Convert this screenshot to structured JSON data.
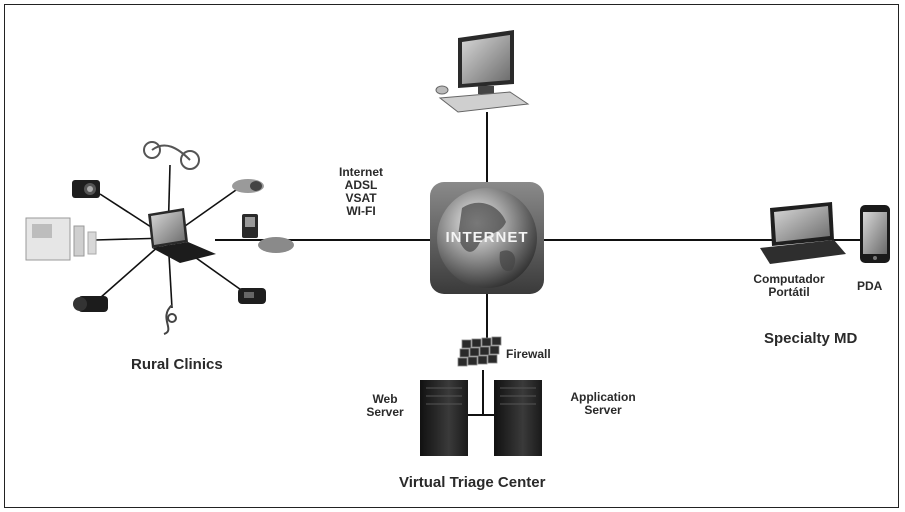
{
  "hub": {
    "label": "INTERNET"
  },
  "links": {
    "line1": "Internet",
    "line2": "ADSL",
    "line3": "VSAT",
    "line4": "WI-FI"
  },
  "groups": {
    "rural": {
      "title": "Rural Clinics"
    },
    "triage": {
      "title": "Virtual Triage Center",
      "firewall": "Firewall",
      "web_server": "Web Server",
      "app_server": "Application Server"
    },
    "specialty": {
      "title": "Specialty MD",
      "laptop": "Computador Portátil",
      "pda": "PDA"
    }
  }
}
